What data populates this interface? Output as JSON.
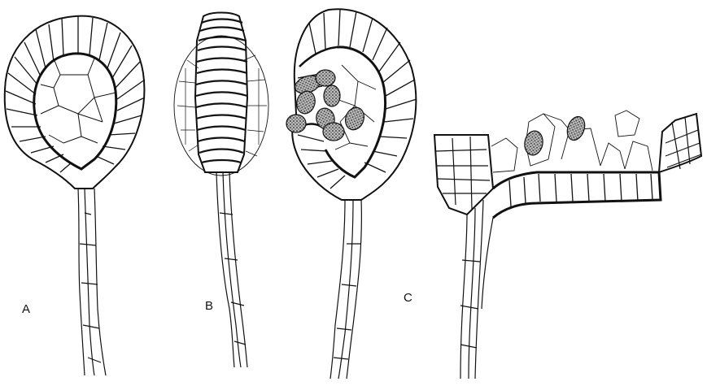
{
  "labels": {
    "a": "A",
    "b": "B",
    "c": "C"
  },
  "colors": {
    "ink": "#111111",
    "paper": "#ffffff",
    "stipple": "#555555"
  }
}
